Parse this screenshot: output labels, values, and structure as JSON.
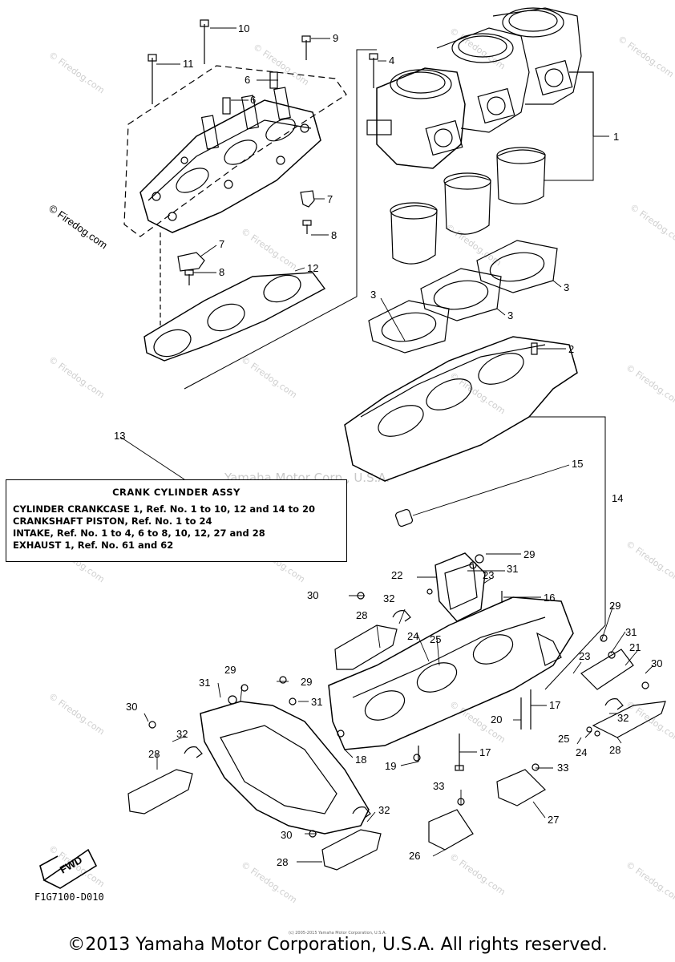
{
  "callouts": [
    {
      "id": "1",
      "label": "1"
    },
    {
      "id": "2",
      "label": "2"
    },
    {
      "id": "3a",
      "label": "3"
    },
    {
      "id": "3b",
      "label": "3"
    },
    {
      "id": "3c",
      "label": "3"
    },
    {
      "id": "4",
      "label": "4"
    },
    {
      "id": "6a",
      "label": "6"
    },
    {
      "id": "6b",
      "label": "6"
    },
    {
      "id": "7a",
      "label": "7"
    },
    {
      "id": "7b",
      "label": "7"
    },
    {
      "id": "8a",
      "label": "8"
    },
    {
      "id": "8b",
      "label": "8"
    },
    {
      "id": "9",
      "label": "9"
    },
    {
      "id": "10",
      "label": "10"
    },
    {
      "id": "11",
      "label": "11"
    },
    {
      "id": "12",
      "label": "12"
    },
    {
      "id": "13",
      "label": "13"
    },
    {
      "id": "14",
      "label": "14"
    },
    {
      "id": "15",
      "label": "15"
    },
    {
      "id": "16",
      "label": "16"
    },
    {
      "id": "17a",
      "label": "17"
    },
    {
      "id": "17b",
      "label": "17"
    },
    {
      "id": "18",
      "label": "18"
    },
    {
      "id": "19",
      "label": "19"
    },
    {
      "id": "20",
      "label": "20"
    },
    {
      "id": "21",
      "label": "21"
    },
    {
      "id": "22",
      "label": "22"
    },
    {
      "id": "23a",
      "label": "23"
    },
    {
      "id": "23b",
      "label": "23"
    },
    {
      "id": "24a",
      "label": "24"
    },
    {
      "id": "24b",
      "label": "24"
    },
    {
      "id": "25a",
      "label": "25"
    },
    {
      "id": "25b",
      "label": "25"
    },
    {
      "id": "26",
      "label": "26"
    },
    {
      "id": "27",
      "label": "27"
    },
    {
      "id": "28a",
      "label": "28"
    },
    {
      "id": "28b",
      "label": "28"
    },
    {
      "id": "28c",
      "label": "28"
    },
    {
      "id": "28d",
      "label": "28"
    },
    {
      "id": "29a",
      "label": "29"
    },
    {
      "id": "29b",
      "label": "29"
    },
    {
      "id": "29c",
      "label": "29"
    },
    {
      "id": "29d",
      "label": "29"
    },
    {
      "id": "30a",
      "label": "30"
    },
    {
      "id": "30b",
      "label": "30"
    },
    {
      "id": "30c",
      "label": "30"
    },
    {
      "id": "30d",
      "label": "30"
    },
    {
      "id": "31a",
      "label": "31"
    },
    {
      "id": "31b",
      "label": "31"
    },
    {
      "id": "31c",
      "label": "31"
    },
    {
      "id": "31d",
      "label": "31"
    },
    {
      "id": "32a",
      "label": "32"
    },
    {
      "id": "32b",
      "label": "32"
    },
    {
      "id": "32c",
      "label": "32"
    },
    {
      "id": "32d",
      "label": "32"
    },
    {
      "id": "33a",
      "label": "33"
    },
    {
      "id": "33b",
      "label": "33"
    }
  ],
  "info_box": {
    "title": "CRANK CYLINDER ASSY",
    "lines": [
      "CYLINDER CRANKCASE 1, Ref. No. 1 to 10, 12  and 14 to 20",
      "CRANKSHAFT PISTON, Ref. No. 1 to 24",
      "INTAKE, Ref. No. 1 to 4, 6 to 8, 10, 12, 27 and 28",
      "EXHAUST 1, Ref. No. 61 and 62"
    ]
  },
  "fwd_label": "FWD",
  "watermark": {
    "site": "© Firedog.com",
    "brand": "© Firedog.com",
    "center": "Yamaha Motor Corp., U.S.A."
  },
  "catalog_code": "F1G7100-D010",
  "small_copyright": "(c) 2005-2015 Yamaha Motor Corporation, U.S.A.",
  "copyright": "©2013 Yamaha Motor Corporation, U.S.A. All rights reserved."
}
